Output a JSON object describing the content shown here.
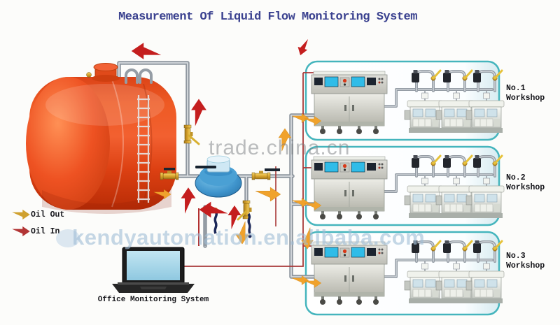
{
  "title": {
    "text": "Measurement Of Liquid Flow Monitoring System"
  },
  "legend": {
    "items": [
      {
        "label": "Oil Out",
        "arrow_icon": "right-arrow",
        "color": "#cfa02e"
      },
      {
        "label": "Oil In",
        "arrow_icon": "right-arrow",
        "color": "#b23535"
      }
    ]
  },
  "workshops": [
    {
      "line1": "No.1",
      "line2": "Workshop"
    },
    {
      "line1": "No.2",
      "line2": "Workshop"
    },
    {
      "line1": "No.3",
      "line2": "Workshop"
    }
  ],
  "office": {
    "label": "Office Monitoring System"
  },
  "watermarks": {
    "center": "trade.china.cn",
    "bottom": "kendyautomation.en.alibaba.com"
  },
  "components": {
    "tank": "oil-storage-tank",
    "meter": "flow-meter",
    "valve": "brass-valve",
    "cabinet": "monitoring-control-cabinet",
    "dispenser": "oil-dispenser-unit",
    "laptop": "office-computer",
    "comm_line": "signal-cable"
  },
  "colors": {
    "tank": "#e8451c",
    "pipe": "#8f979f",
    "panel_border": "#45b5bd",
    "arrow_out": "#f0a22c",
    "arrow_in": "#c41e1e",
    "meter": "#3f94cc",
    "valve": "#d9a62e",
    "comm_line": "#a83838",
    "title_color": "#3a418f"
  }
}
